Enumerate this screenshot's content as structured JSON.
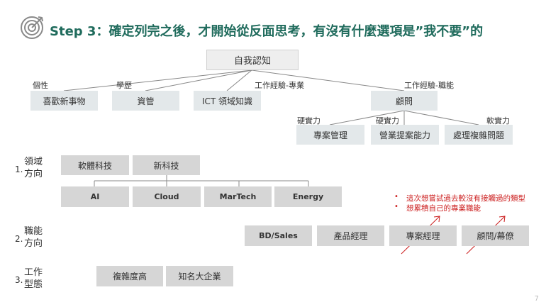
{
  "title": "Step 3：確定列完之後，才開始從反面思考，有沒有什麼選項是”我不要”的",
  "icon": "target-icon",
  "tree": {
    "root": "自我認知",
    "category_labels": {
      "personality": "個性",
      "education": "學歷",
      "work_domain": "工作經驗-專業",
      "work_function": "工作經驗-職能",
      "hard1": "硬實力",
      "hard2": "硬實力",
      "soft": "軟實力"
    },
    "level1": {
      "personality": "喜歡新事物",
      "education": "資管",
      "work_domain": "ICT 領域知識",
      "work_function": "顧問"
    },
    "level2": {
      "pm": "專案管理",
      "sales": "營業提案能力",
      "complex": "處理複雜問題"
    }
  },
  "rows": {
    "domain": {
      "num": "1.",
      "label_line1": "領域",
      "label_line2": "方向",
      "parents": [
        "軟體科技",
        "新科技"
      ],
      "children": [
        "AI",
        "Cloud",
        "MarTech",
        "Energy"
      ]
    },
    "function": {
      "num": "2.",
      "label_line1": "職能",
      "label_line2": "方向",
      "items": [
        "BD/Sales",
        "產品經理",
        "專案經理",
        "顧問/幕僚"
      ]
    },
    "worktype": {
      "num": "3.",
      "label_line1": "工作",
      "label_line2": "型態",
      "items": [
        "複雜度高",
        "知名大企業"
      ]
    }
  },
  "notes": [
    "這次想嘗試過去較沒有接觸過的類型",
    "想累積自己的專業職能"
  ],
  "page_number": "7",
  "colors": {
    "title": "#1f6b5c",
    "box_light": "#e3e8ea",
    "box_gray": "#d6d6d6",
    "note_red": "#cc1f1f"
  }
}
